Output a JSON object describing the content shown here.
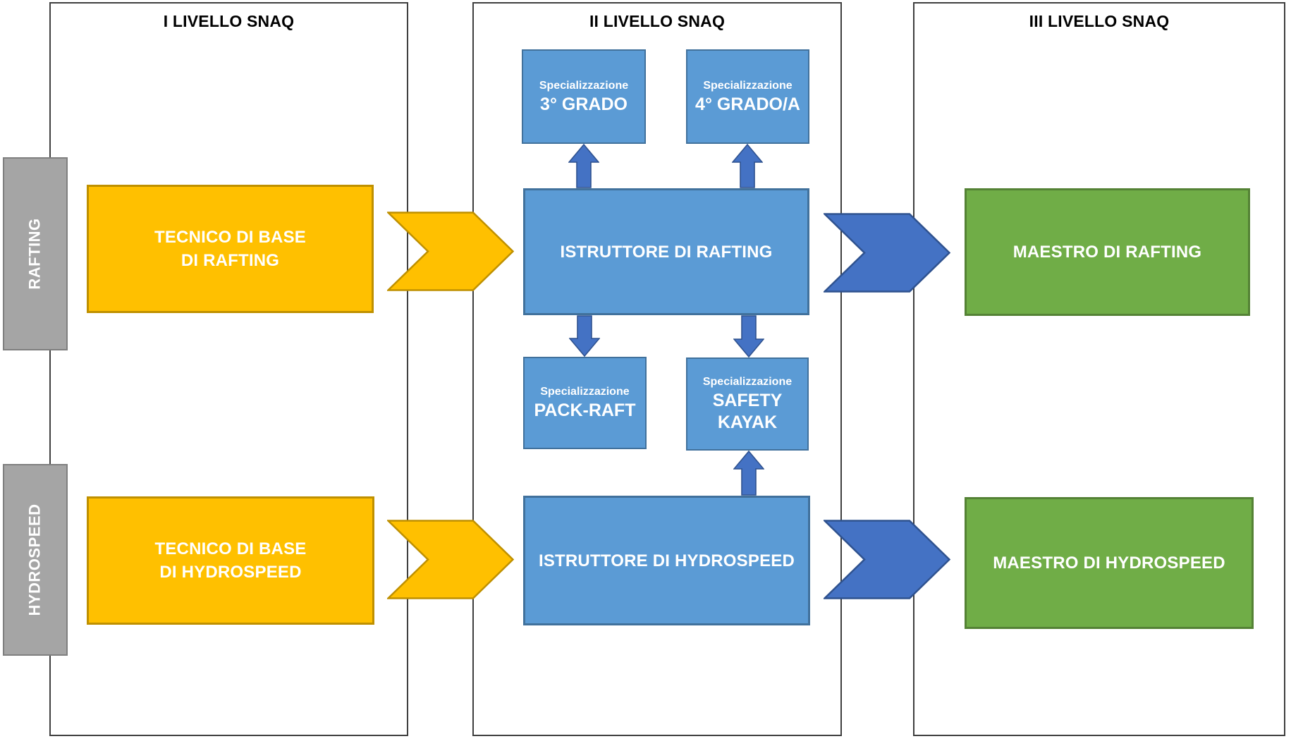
{
  "panels": [
    {
      "title": "I LIVELLO SNAQ"
    },
    {
      "title": "II LIVELLO SNAQ"
    },
    {
      "title": "III LIVELLO SNAQ"
    }
  ],
  "row_labels": {
    "rafting": "RAFTING",
    "hydrospeed": "HYDROSPEED"
  },
  "nodes": {
    "tecnico_rafting": {
      "lines": [
        "TECNICO DI BASE",
        "DI RAFTING"
      ]
    },
    "tecnico_hydrospeed": {
      "lines": [
        "TECNICO DI BASE",
        "DI HYDROSPEED"
      ]
    },
    "istruttore_rafting": {
      "label": "ISTRUTTORE DI RAFTING"
    },
    "istruttore_hydrospeed": {
      "label": "ISTRUTTORE DI HYDROSPEED"
    },
    "maestro_rafting": {
      "label": "MAESTRO DI RAFTING"
    },
    "maestro_hydrospeed": {
      "label": "MAESTRO DI HYDROSPEED"
    },
    "spec_terzo_grado": {
      "eyebrow": "Specializzazione",
      "name": "3° GRADO"
    },
    "spec_quarto_grado": {
      "eyebrow": "Specializzazione",
      "name": "4° GRADO/A"
    },
    "spec_pack_raft": {
      "eyebrow": "Specializzazione",
      "name": "PACK-RAFT"
    },
    "spec_safety_kayak": {
      "eyebrow": "Specializzazione",
      "lines": [
        "SAFETY",
        "KAYAK"
      ]
    }
  },
  "colors": {
    "base_fill": "#FFC000",
    "base_border": "#BF9000",
    "instructor_fill": "#5B9BD5",
    "instructor_border": "#41719C",
    "master_fill": "#70AD47",
    "master_border": "#548235",
    "arrow_fill": "#4472C4",
    "arrow_border": "#2F528F",
    "row_label_fill": "#A5A5A5",
    "row_label_border": "#7F7F7F",
    "panel_border": "#3F3F3F"
  }
}
